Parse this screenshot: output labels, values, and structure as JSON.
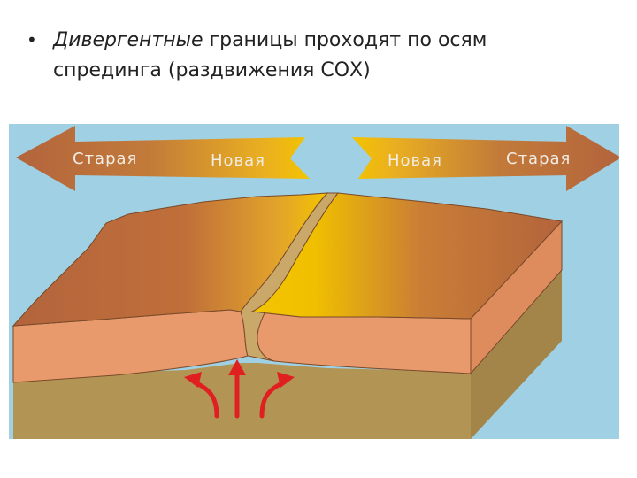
{
  "bullet": {
    "term": "Дивергентные",
    "rest_line1": " границы проходят по осям",
    "line2": "спрединга (раздвижения СОХ)"
  },
  "diagram": {
    "left_arrow": {
      "old_label": "Старая",
      "new_label": "Новая"
    },
    "right_arrow": {
      "new_label": "Новая",
      "old_label": "Старая"
    },
    "colors": {
      "background": "#9fd0e3",
      "old_crust": "#b3643c",
      "young_crust": "#f2c400",
      "lithosphere_layer": "#e89a6c",
      "mantle": "#b29555",
      "upwelling_arrows": "#e02020"
    }
  }
}
